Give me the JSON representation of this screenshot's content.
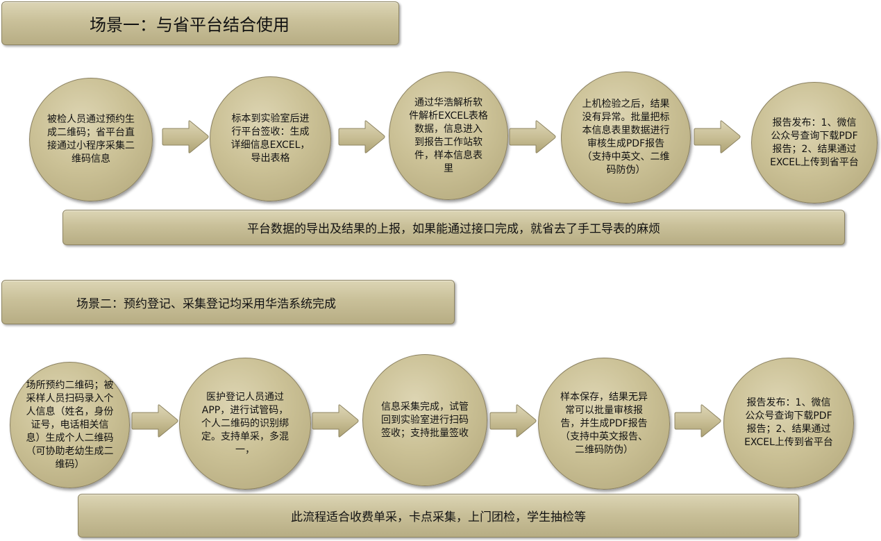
{
  "scene1": {
    "title": "场景一：与省平台结合使用",
    "steps": [
      "被检人员通过预约生\n成二维码；省平台直\n接通过小程序采集二\n维码信息",
      "标本到实验室后进\n行平台签收：生成\n详细信息EXCEL，\n导出表格",
      "通过华浩解析软\n件解析EXCEL表格\n数据，信息进入\n到报告工作站软\n件，样本信息表\n里",
      "上机检验之后，结果\n没有异常。批量把标\n本信息表里数据进行\n审核生成PDF报告\n（支持中英文、二维\n码防伪）",
      "报告发布：1、微信\n公众号查询下载PDF\n报告；2、结果通过\nEXCEL上传到省平台"
    ],
    "note": "平台数据的导出及结果的上报，如果能通过接口完成，就省去了手工导表的麻烦"
  },
  "scene2": {
    "title": "场景二：预约登记、采集登记均采用华浩系统完成",
    "steps": [
      "场所预约二维码；被\n采样人员扫码录入个\n人信息（姓名，身份\n证号，电话相关信\n息）生成个人二维码\n（可协助老幼生成二\n维码）",
      "医护登记人员通过\nAPP，进行试管码，\n个人二维码的识别绑\n定。支持单采，多混\n一，",
      "信息采集完成，试管\n回到实验室进行扫码\n签收；支持批量签收",
      "样本保存，结果无异\n常可以批量审核报\n告，并生成PDF报告\n（支持中英文报告、\n二维码防伪）",
      "报告发布：1、微信\n公众号查询下载PDF\n报告；2、结果通过\nEXCEL上传到省平台"
    ],
    "note": "此流程适合收费单采，卡点采集，上门团检，学生抽检等"
  },
  "colors": {
    "fill": "#c9c099",
    "border": "#8d8462"
  }
}
